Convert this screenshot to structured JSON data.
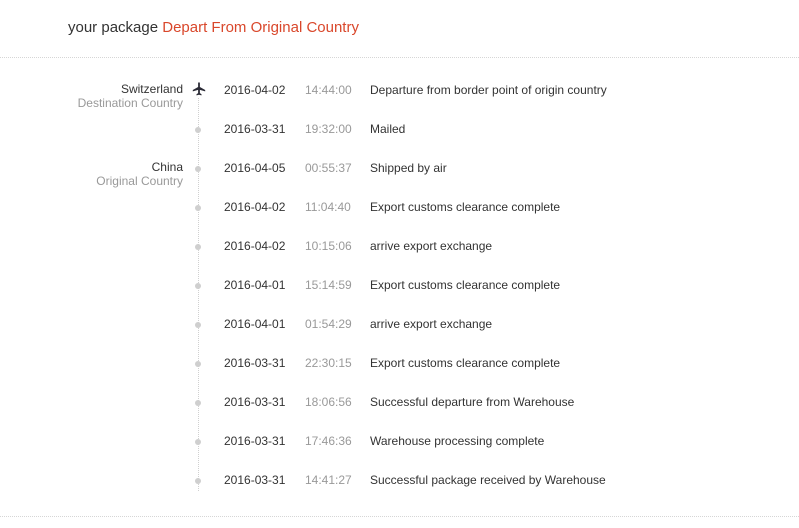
{
  "header": {
    "prefix": "your package ",
    "status": "Depart From Original Country"
  },
  "locations": {
    "destination": {
      "name": "Switzerland",
      "role": "Destination Country"
    },
    "origin": {
      "name": "China",
      "role": "Original Country"
    }
  },
  "colors": {
    "status": "#d9472b",
    "muted": "#999999",
    "text": "#333333"
  },
  "events": [
    {
      "date": "2016-04-02",
      "time": "14:44:00",
      "desc": "Departure from border point of origin country",
      "icon": "airplane-icon"
    },
    {
      "date": "2016-03-31",
      "time": "19:32:00",
      "desc": "Mailed"
    },
    {
      "date": "2016-04-05",
      "time": "00:55:37",
      "desc": "Shipped by air"
    },
    {
      "date": "2016-04-02",
      "time": "11:04:40",
      "desc": "Export customs clearance complete"
    },
    {
      "date": "2016-04-02",
      "time": "10:15:06",
      "desc": "arrive export exchange"
    },
    {
      "date": "2016-04-01",
      "time": "15:14:59",
      "desc": "Export customs clearance complete"
    },
    {
      "date": "2016-04-01",
      "time": "01:54:29",
      "desc": "arrive export exchange"
    },
    {
      "date": "2016-03-31",
      "time": "22:30:15",
      "desc": "Export customs clearance complete"
    },
    {
      "date": "2016-03-31",
      "time": "18:06:56",
      "desc": "Successful departure from Warehouse"
    },
    {
      "date": "2016-03-31",
      "time": "17:46:36",
      "desc": "Warehouse processing complete"
    },
    {
      "date": "2016-03-31",
      "time": "14:41:27",
      "desc": "Successful package received by Warehouse"
    }
  ]
}
